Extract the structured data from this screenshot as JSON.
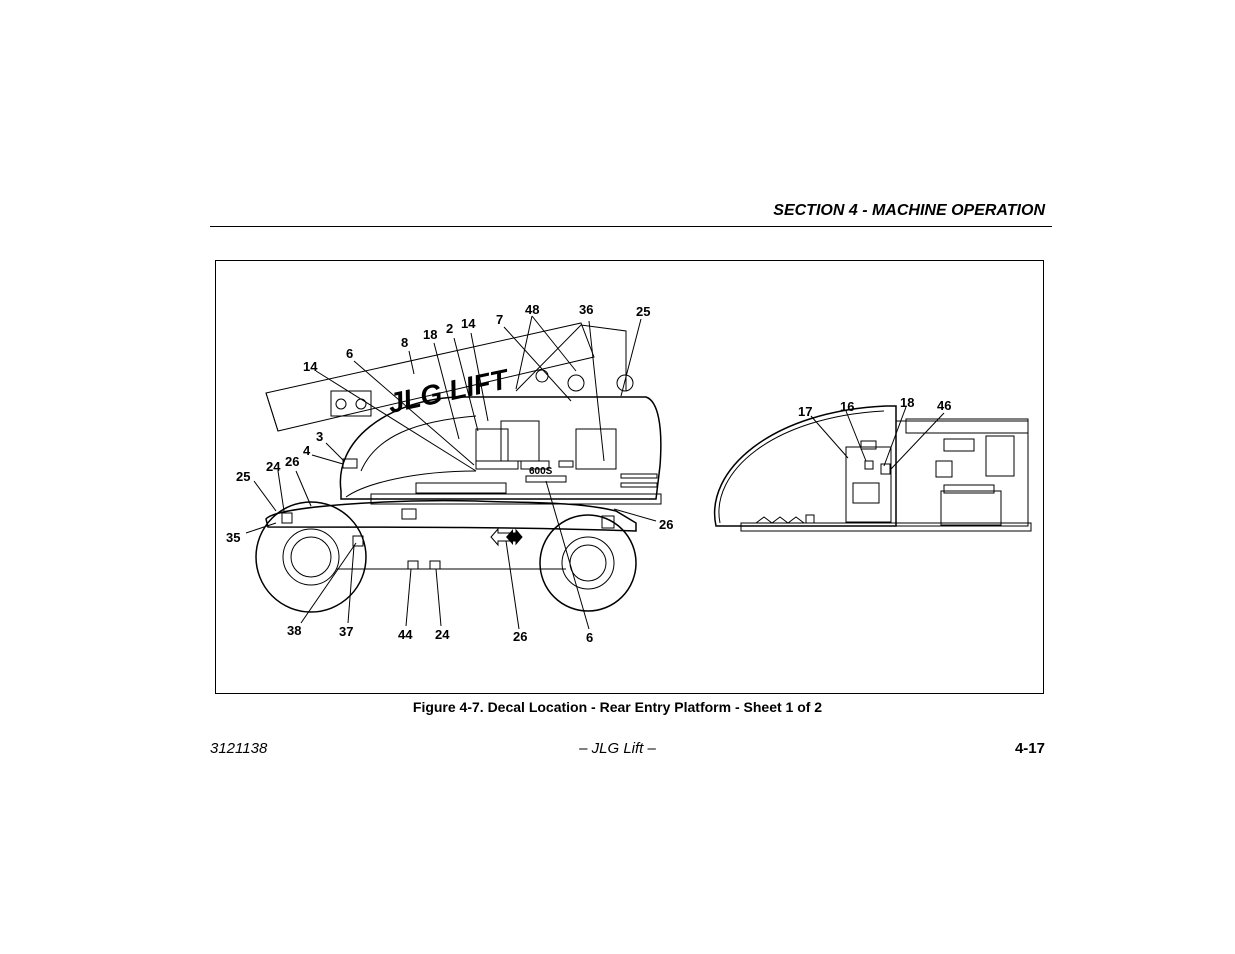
{
  "header": {
    "section_title": "SECTION 4 - MACHINE OPERATION"
  },
  "figure": {
    "caption": "Figure 4-7. Decal Location - Rear Entry Platform - Sheet 1 of 2",
    "logo_text": "JLG LIFT",
    "model_text": "600S",
    "callouts": {
      "c48": "48",
      "c36": "36",
      "c25a": "25",
      "c7": "7",
      "c14a": "14",
      "c2": "2",
      "c18a": "18",
      "c8": "8",
      "c6a": "6",
      "c14b": "14",
      "c3": "3",
      "c4": "4",
      "c24a": "24",
      "c26a": "26",
      "c25b": "25",
      "c35": "35",
      "c26b": "26",
      "c38": "38",
      "c37": "37",
      "c44": "44",
      "c24b": "24",
      "c26c": "26",
      "c6b": "6",
      "c17": "17",
      "c16": "16",
      "c18b": "18",
      "c46": "46"
    }
  },
  "footer": {
    "doc_number": "3121138",
    "center_text": "– JLG Lift –",
    "page_number": "4-17"
  }
}
